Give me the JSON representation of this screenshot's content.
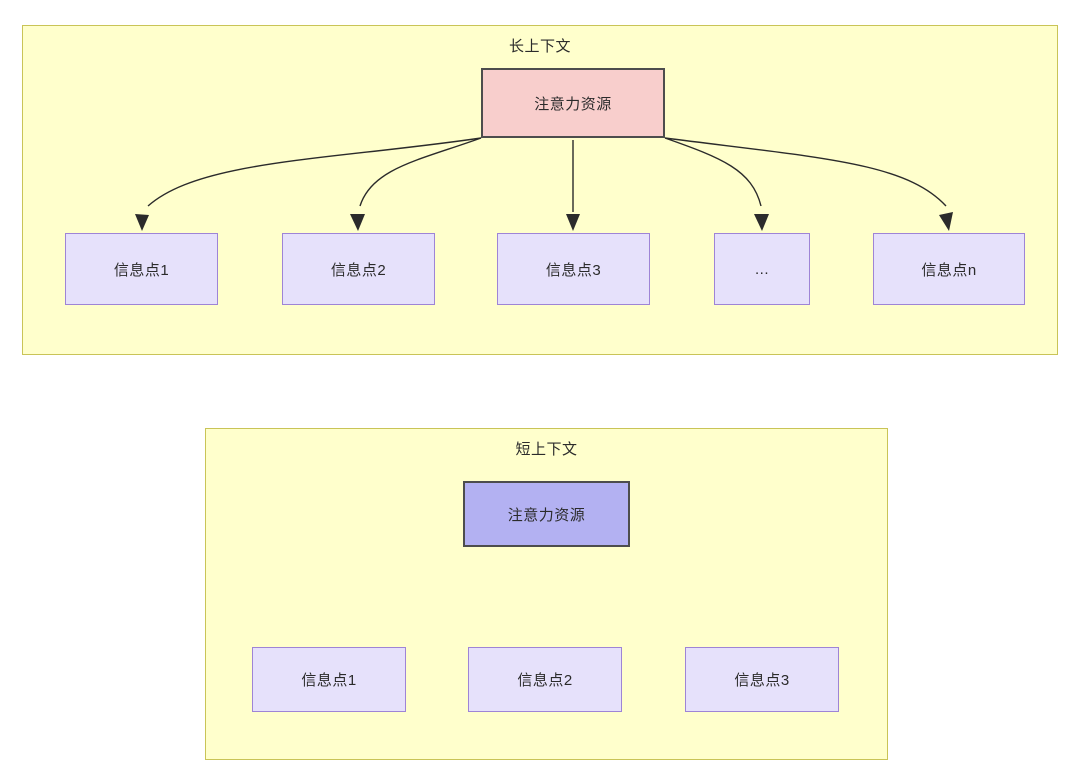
{
  "diagram": {
    "type": "tree-diagram",
    "background": "#ffffff",
    "palette": {
      "container_fill": "#ffffcc",
      "container_stroke": "#c9c457",
      "root_long_fill": "#f8cecc",
      "root_short_fill": "#b3b1f2",
      "root_stroke": "#4d4d4d",
      "leaf_fill": "#e6e1fb",
      "leaf_stroke": "#9e84d6",
      "edge_stroke": "#2b2b2b",
      "text_color": "#2b2b2b"
    },
    "groups": [
      {
        "id": "long-context",
        "title": "长上下文",
        "root": {
          "label": "注意力资源"
        },
        "leaves": [
          {
            "label": "信息点1"
          },
          {
            "label": "信息点2"
          },
          {
            "label": "信息点3"
          },
          {
            "label": "..."
          },
          {
            "label": "信息点n"
          }
        ]
      },
      {
        "id": "short-context",
        "title": "短上下文",
        "root": {
          "label": "注意力资源"
        },
        "leaves": [
          {
            "label": "信息点1"
          },
          {
            "label": "信息点2"
          },
          {
            "label": "信息点3"
          }
        ]
      }
    ]
  }
}
